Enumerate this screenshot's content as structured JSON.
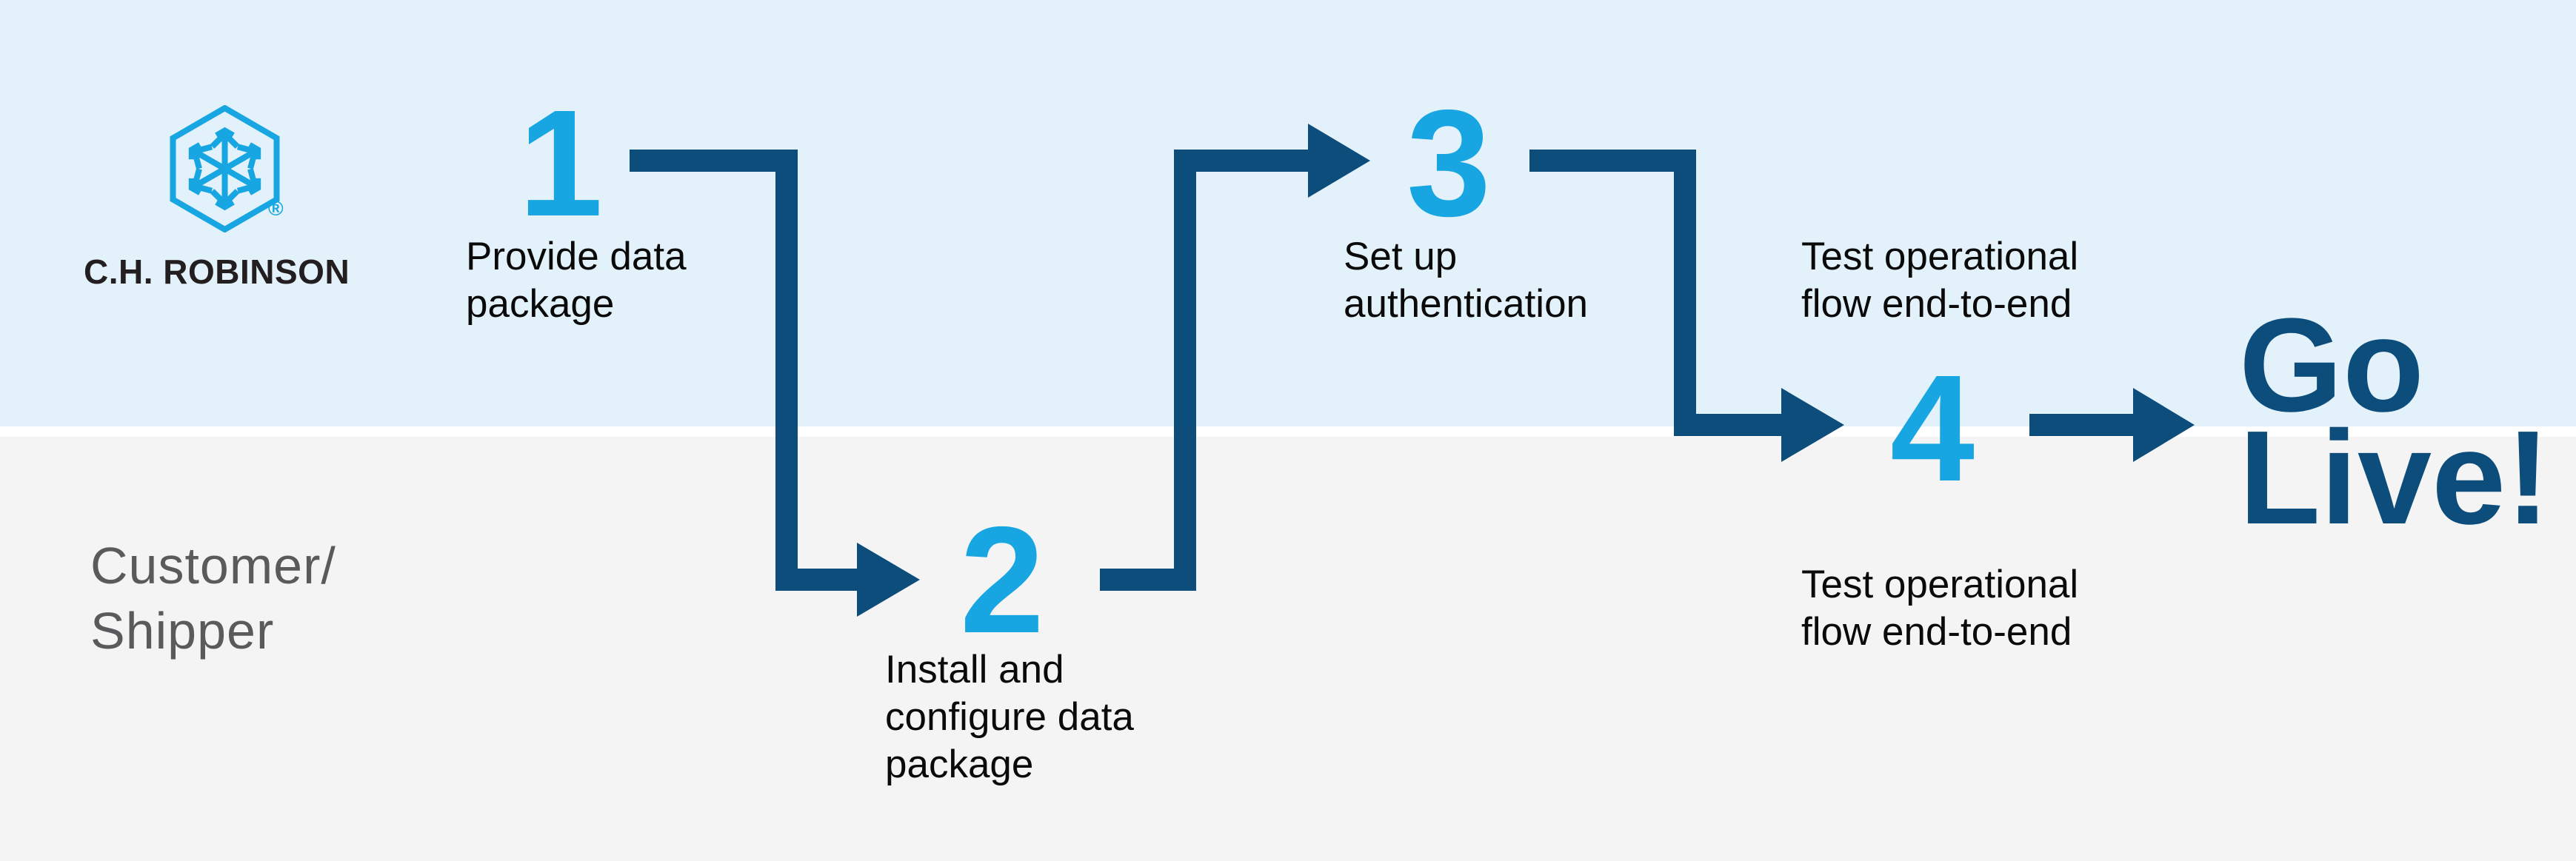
{
  "brand": {
    "wordmark": "C.H. ROBINSON",
    "registered": "®",
    "logo_icon": "hexagon-arrows-icon"
  },
  "lanes": {
    "top": {
      "bg": "#e3f2fa"
    },
    "bottom": {
      "bg": "#f4f4f5",
      "label_lines": [
        "Customer/",
        "Shipper"
      ]
    },
    "separator_color": "#ffffff"
  },
  "steps": [
    {
      "number": "1",
      "label_lines": [
        "Provide data",
        "package"
      ]
    },
    {
      "number": "2",
      "label_lines": [
        "Install and",
        "configure data",
        "package"
      ]
    },
    {
      "number": "3",
      "label_lines": [
        "Set up",
        "authentication"
      ]
    },
    {
      "number": "4",
      "labels": {
        "top": [
          "Test operational",
          "flow end-to-end"
        ],
        "bottom": [
          "Test operational",
          "flow end-to-end"
        ]
      }
    }
  ],
  "outcome": {
    "lines": [
      "Go",
      "Live!"
    ]
  },
  "colors": {
    "navy_arrow": "#0c4d7c",
    "cyan_accent": "#17a6e1",
    "lane_top_bg": "#e3f2fa",
    "lane_bottom_bg": "#f4f4f5",
    "body_text": "#0a0a0a",
    "lane_label_text": "#595a5c",
    "wordmark_text": "#231f20"
  }
}
